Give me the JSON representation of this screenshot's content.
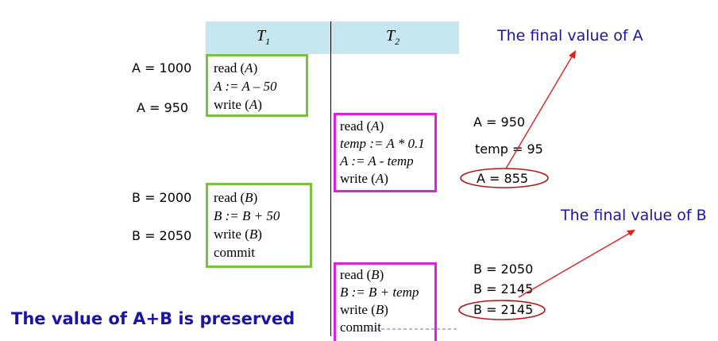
{
  "header": {
    "t1": "T",
    "t1_sub": "1",
    "t2": "T",
    "t2_sub": "2"
  },
  "left_values": {
    "a1": "A = 1000",
    "a2": "A = 950",
    "b1": "B = 2000",
    "b2": "B = 2050"
  },
  "t1_block1": {
    "l1a": "read (",
    "l1v": "A",
    "l1b": ")",
    "l2": "A := A – 50",
    "l3a": "write (",
    "l3v": "A",
    "l3b": ")"
  },
  "t2_block1": {
    "l1a": "read (",
    "l1v": "A",
    "l1b": ")",
    "l2": "temp := A * 0.1",
    "l3": "A := A - temp",
    "l4a": "write (",
    "l4v": "A",
    "l4b": ")"
  },
  "t1_block2": {
    "l1a": "read (",
    "l1v": "B",
    "l1b": ")",
    "l2": "B := B + 50",
    "l3a": "write (",
    "l3v": "B",
    "l3b": ")",
    "l4": "commit"
  },
  "t2_block2": {
    "l1a": "read (",
    "l1v": "B",
    "l1b": ")",
    "l2": "B := B + temp",
    "l3a": "write (",
    "l3v": "B",
    "l3b": ")",
    "l4": "commit"
  },
  "right_values": {
    "a1": "A = 950",
    "temp": "temp = 95",
    "a_final": "A = 855",
    "b1": "B = 2050",
    "b2": "B = 2145",
    "b_final": "B = 2145"
  },
  "annotations": {
    "final_a": "The final value of A",
    "final_b": "The final value of B",
    "preserved": "The value of  A+B is preserved"
  },
  "colors": {
    "header_bg": "#c6e6f0",
    "t1_border": "#7ac142",
    "t2_border": "#e020e0",
    "annotation_text": "#1a14a8",
    "arrow": "#e02020",
    "ellipse": "#b01818"
  }
}
